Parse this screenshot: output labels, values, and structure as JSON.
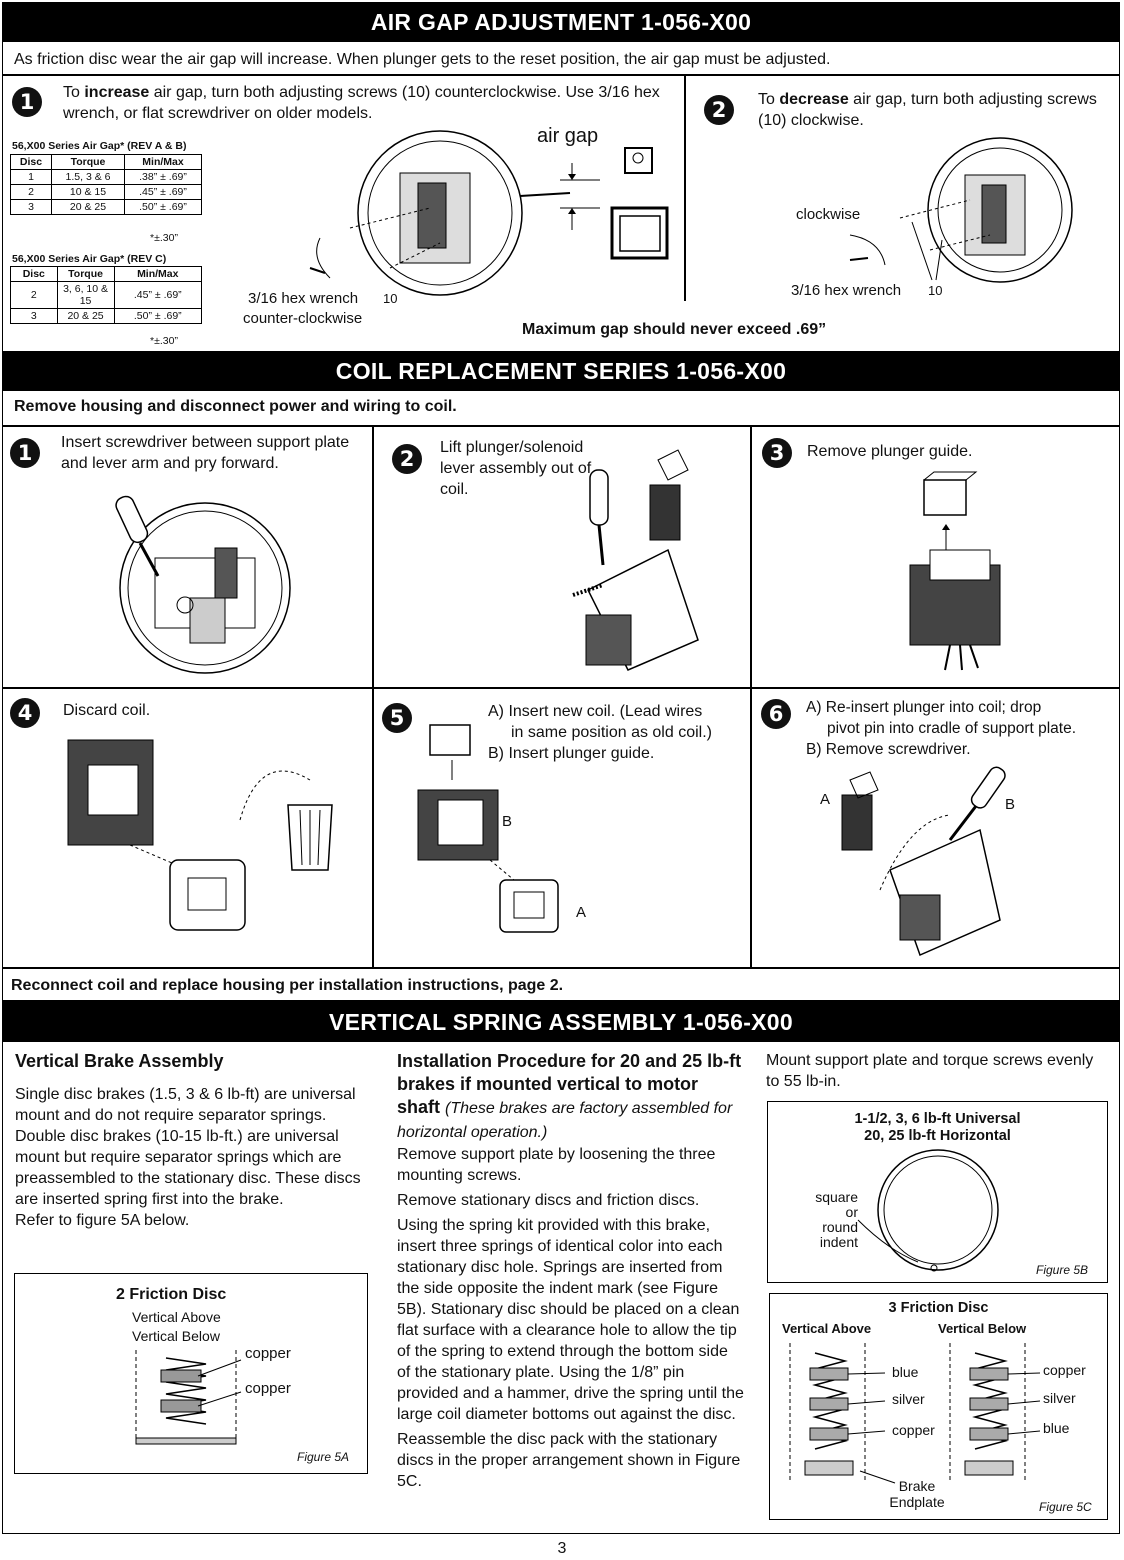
{
  "air_gap": {
    "title": "AIR GAP ADJUSTMENT 1-056-X00",
    "intro": "As friction disc wear the air gap will increase. When plunger gets to the reset position, the air gap must be adjusted.",
    "step1": {
      "num": "1",
      "pre": "To ",
      "bold": "increase",
      "post": " air gap, turn both adjusting screws (10) counterclockwise.  Use 3/16 hex wrench, or flat screwdriver on older models."
    },
    "step2": {
      "num": "2",
      "pre": "To ",
      "bold": "decrease",
      "post": " air gap, turn both adjusting screws (10) clockwise."
    },
    "table1": {
      "title": "56,X00 Series Air Gap* (REV A & B)",
      "headers": [
        "Disc",
        "Torque",
        "Min/Max"
      ],
      "rows": [
        [
          "1",
          "1.5, 3 & 6",
          ".38” ± .69”"
        ],
        [
          "2",
          "10 & 15",
          ".45” ± .69”"
        ],
        [
          "3",
          "20 & 25",
          ".50” ± .69”"
        ]
      ],
      "note": "*±.30”"
    },
    "table2": {
      "title": "56,X00 Series Air Gap* (REV C)",
      "headers": [
        "Disc",
        "Torque",
        "Min/Max"
      ],
      "rows": [
        [
          "2",
          "3, 6, 10 & 15",
          ".45” ± .69”"
        ],
        [
          "3",
          "20 & 25",
          ".50” ± .69”"
        ]
      ],
      "note": "*±.30”"
    },
    "fig_labels": {
      "air_gap": "air gap",
      "hex_left": "3/16 hex wrench",
      "ccw": "counter-clockwise",
      "ten": "10",
      "clockwise": "clockwise",
      "hex_right": "3/16 hex wrench"
    },
    "max_gap": "Maximum gap should never exceed .69”"
  },
  "coil": {
    "title": "COIL REPLACEMENT SERIES 1-056-X00",
    "intro": "Remove housing and disconnect power and wiring to coil.",
    "steps": [
      {
        "num": "1",
        "text": "Insert screwdriver between support plate and lever arm and pry forward."
      },
      {
        "num": "2",
        "text": "Lift plunger/solenoid lever assembly out of coil."
      },
      {
        "num": "3",
        "text": "Remove plunger guide."
      },
      {
        "num": "4",
        "text": "Discard coil."
      },
      {
        "num": "5",
        "a": "A) Insert new coil. (Lead wires",
        "a2": "in same position as old coil.)",
        "b": "B) Insert plunger guide."
      },
      {
        "num": "6",
        "a": "A) Re-insert plunger into coil; drop",
        "a2": "pivot pin into cradle of support plate.",
        "b": "B) Remove screwdriver."
      }
    ],
    "labels": {
      "A": "A",
      "B": "B"
    },
    "outro": "Reconnect coil and replace housing per installation instructions, page 2."
  },
  "vertical": {
    "title": "VERTICAL SPRING ASSEMBLY 1-056-X00",
    "col1_heading": "Vertical Brake Assembly",
    "col1_text": "Single disc brakes (1.5, 3 & 6 lb-ft) are universal mount and do not require separator springs. Double disc brakes (10-15 lb-ft.) are universal mount but require separator springs which are preassembled to the stationary disc. These discs are inserted spring first into the brake.",
    "col1_ref": "Refer to figure 5A below.",
    "col2_heading": "Installation Procedure for 20 and 25 lb-ft brakes if mounted vertical to motor shaft",
    "col2_italic": "(These brakes are factory assembled for horizontal operation.)",
    "col2_p1": "Remove support plate by loosening the three mounting screws.",
    "col2_p2": "Remove stationary discs and friction discs.",
    "col2_p3": "Using the spring kit provided with this brake, insert three springs of identical color into each stationary disc hole. Springs are inserted from the side opposite the indent mark (see Figure 5B). Stationary disc should be placed on a clean flat surface with a clearance hole to allow the tip of the spring to extend through the bottom side of the stationary plate. Using the 1/8” pin provided and a hammer, drive the spring until the large coil diameter bottoms out against the disc.",
    "col2_p4": "Reassemble the disc pack with the stationary discs in the proper arrangement shown in Figure 5C.",
    "col3_text": "Mount support plate and torque screws evenly to 55 lb-in.",
    "fig5a": {
      "title": "2 Friction Disc",
      "sub1": "Vertical Above",
      "sub2": "Vertical Below",
      "l1": "copper",
      "l2": "copper",
      "caption": "Figure 5A"
    },
    "fig5b": {
      "title1": "1-1/2, 3, 6 lb-ft Universal",
      "title2": "20, 25 lb-ft Horizontal",
      "label1": "square",
      "label2": "or round",
      "label3": "indent",
      "caption": "Figure 5B"
    },
    "fig5c": {
      "title": "3 Friction Disc",
      "left_head": "Vertical Above",
      "right_head": "Vertical Below",
      "left": [
        "blue",
        "silver",
        "copper"
      ],
      "right": [
        "copper",
        "silver",
        "blue"
      ],
      "end1": "Brake",
      "end2": "Endplate",
      "caption": "Figure 5C"
    }
  },
  "page_number": "3"
}
